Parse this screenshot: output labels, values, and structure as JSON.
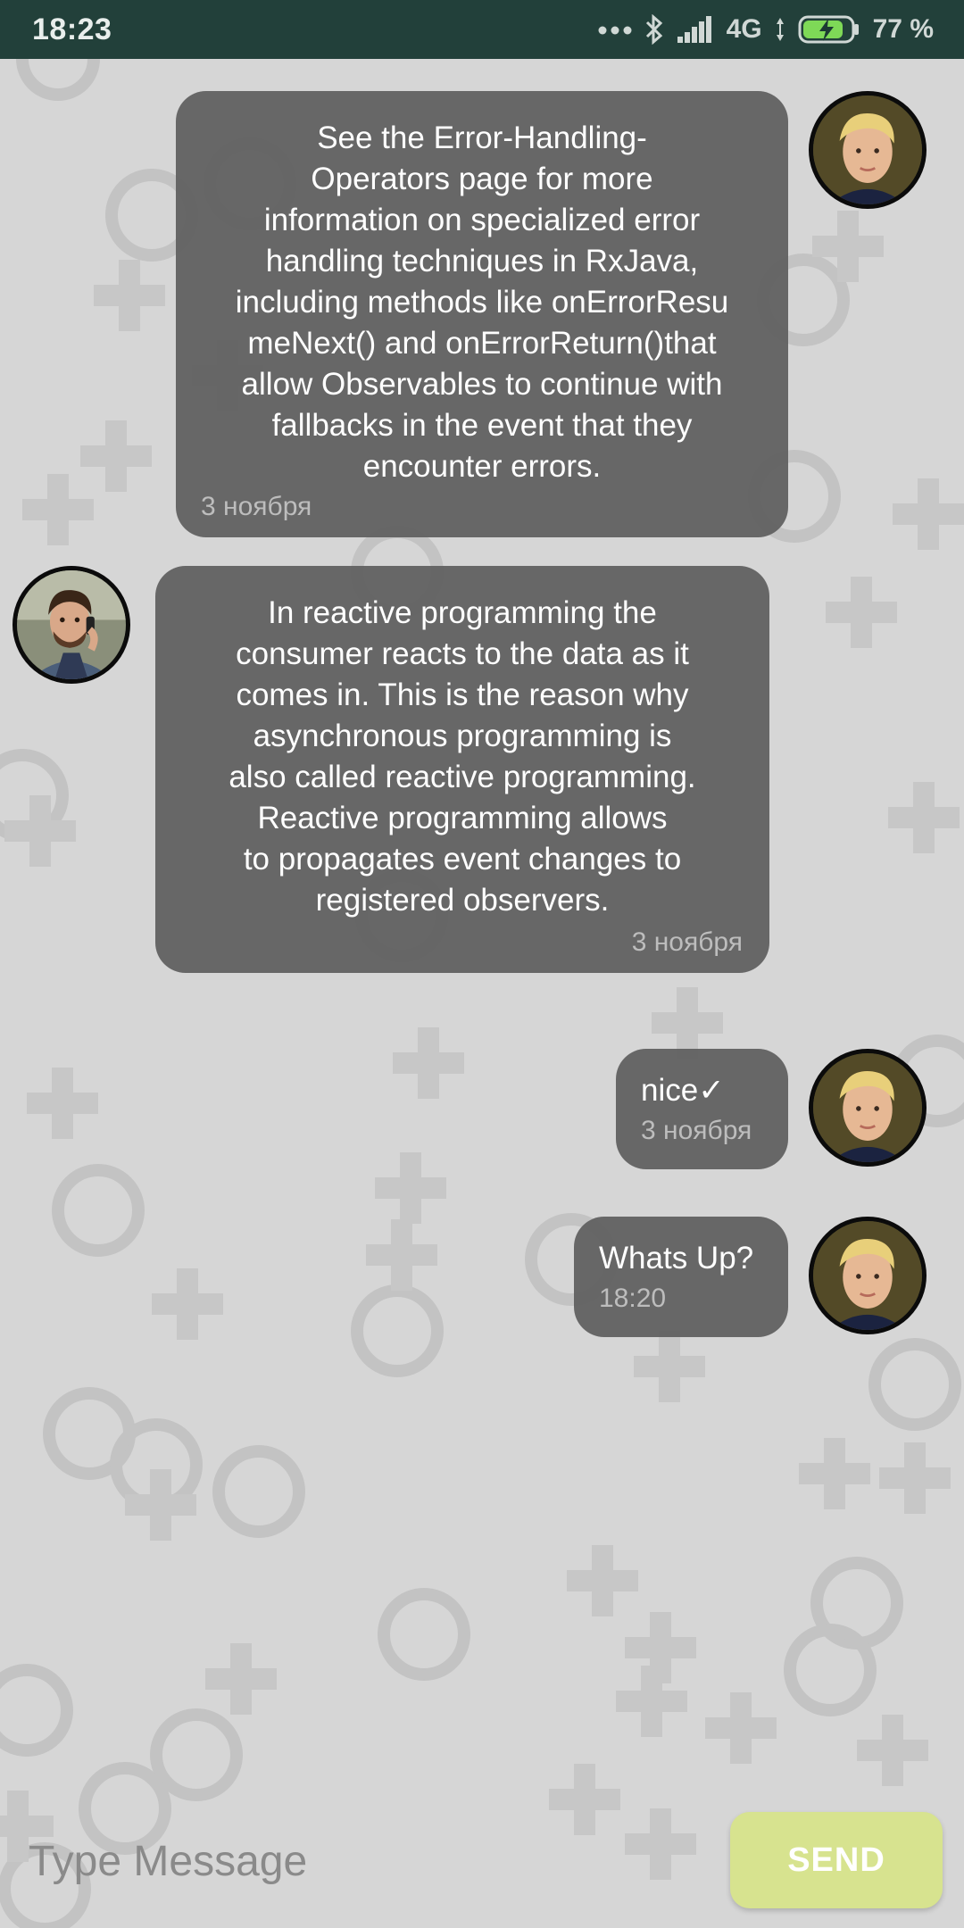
{
  "status_bar": {
    "time": "18:23",
    "network": "4G",
    "battery_percent": "77 %",
    "icons": [
      "more-dots-icon",
      "bluetooth-icon",
      "signal-icon",
      "data-arrows-icon",
      "battery-charging-icon"
    ]
  },
  "colors": {
    "status_bar_bg": "#22403a",
    "chat_bg": "#d6d6d6",
    "bubble_bg": "#5f5f5f",
    "timestamp": "#bdbdbd",
    "send_button_bg": "#d7e38f",
    "send_button_text": "#ffffff"
  },
  "messages": [
    {
      "side": "outgoing",
      "text": "See the Error-Handling-\nOperators page for more\ninformation on specialized error\nhandling techniques in RxJava,\nincluding methods like onErrorResu\nmeNext() and onErrorReturn()that\nallow Observables to continue with\nfallbacks in the event that they\nencounter errors.",
      "time": "3 ноября"
    },
    {
      "side": "incoming",
      "text": "In reactive programming the\nconsumer reacts to the data as it\ncomes in. This is the reason why\nasynchronous programming is\nalso called reactive programming.\nReactive programming allows\nto propagates event changes to\nregistered observers.",
      "time": "3 ноября"
    },
    {
      "side": "outgoing",
      "text": "nice✓",
      "time": "3 ноября"
    },
    {
      "side": "outgoing",
      "text": "Whats Up?",
      "time": "18:20"
    }
  ],
  "composer": {
    "placeholder": "Type Message",
    "value": "",
    "send_label": "SEND"
  }
}
